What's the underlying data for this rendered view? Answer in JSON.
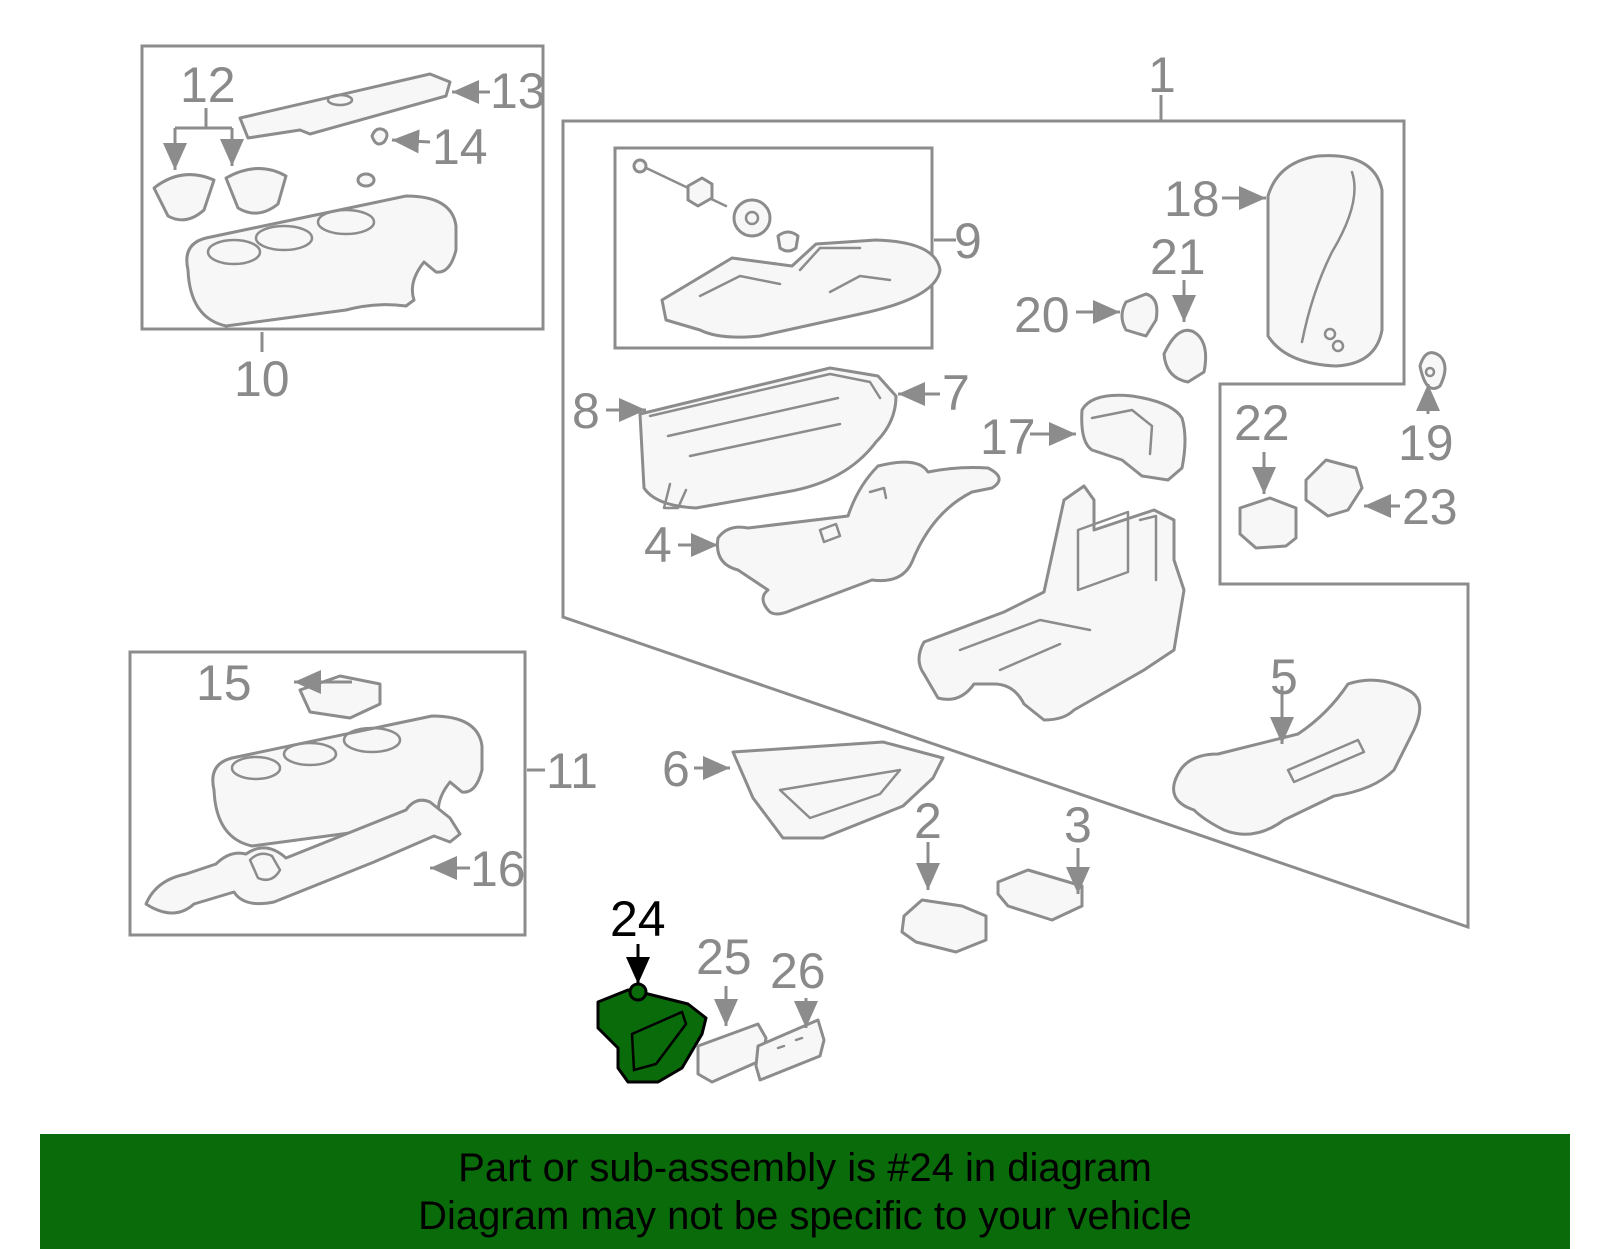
{
  "highlight_part": "24",
  "callouts": [
    "1",
    "2",
    "3",
    "4",
    "5",
    "6",
    "7",
    "8",
    "9",
    "10",
    "11",
    "12",
    "13",
    "14",
    "15",
    "16",
    "17",
    "18",
    "19",
    "20",
    "21",
    "22",
    "23",
    "24",
    "25",
    "26"
  ],
  "colors": {
    "highlight": "#0a6b0a",
    "line": "#8c8c8c",
    "label": "#8a8a8a"
  },
  "banner": {
    "line1": "Part or sub-assembly is #24 in diagram",
    "line2": "Diagram may not be specific to your vehicle"
  }
}
